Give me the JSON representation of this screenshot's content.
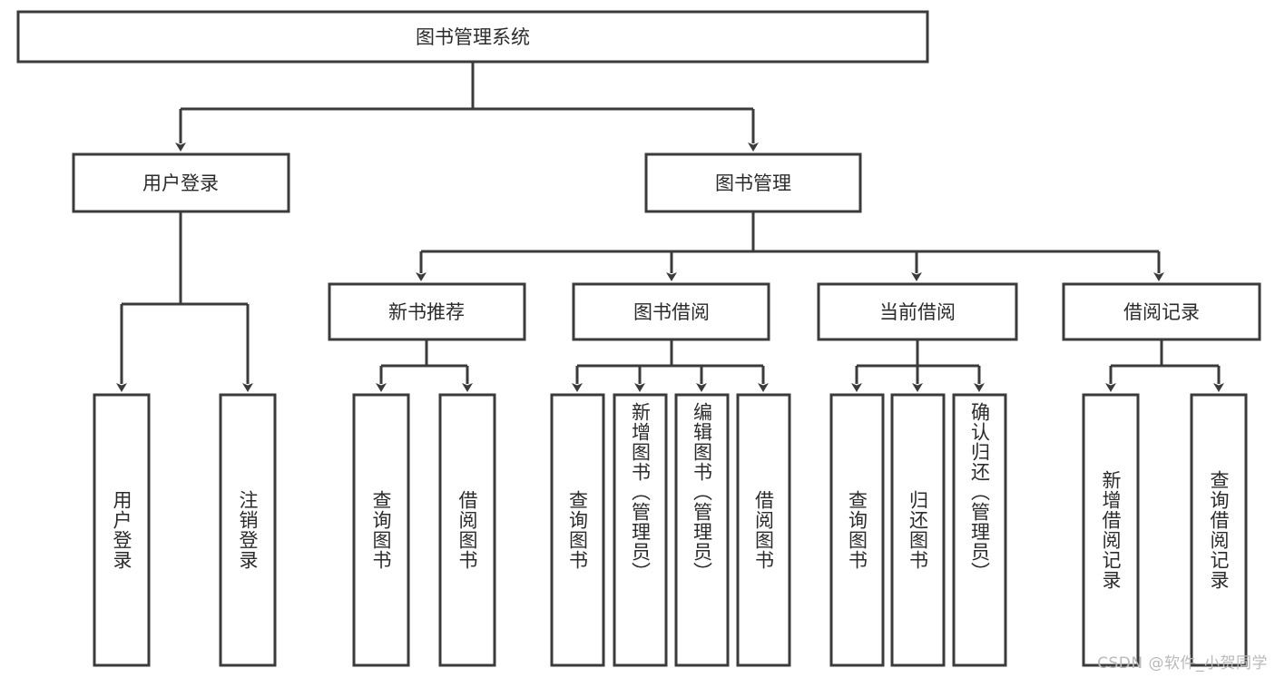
{
  "diagram": {
    "title_node": {
      "label": "图书管理系统"
    },
    "level1": [
      {
        "id": "user-login",
        "label": "用户登录"
      },
      {
        "id": "book-manage",
        "label": "图书管理"
      }
    ],
    "level2": [
      {
        "id": "new-book-recommend",
        "label": "新书推荐"
      },
      {
        "id": "book-borrow",
        "label": "图书借阅"
      },
      {
        "id": "current-borrow",
        "label": "当前借阅"
      },
      {
        "id": "borrow-record",
        "label": "借阅记录"
      }
    ],
    "leaves": {
      "user_login": [
        {
          "id": "leaf-user-login",
          "label": "用户登录"
        },
        {
          "id": "leaf-logout-login",
          "label": "注销登录"
        }
      ],
      "new_book_recommend": [
        {
          "id": "leaf-query-book-1",
          "label": "查询图书"
        },
        {
          "id": "leaf-borrow-book-1",
          "label": "借阅图书"
        }
      ],
      "book_borrow": [
        {
          "id": "leaf-query-book-2",
          "label": "查询图书"
        },
        {
          "id": "leaf-add-book",
          "label": "新增图书（管理员）"
        },
        {
          "id": "leaf-edit-book",
          "label": "编辑图书（管理员）"
        },
        {
          "id": "leaf-borrow-book-2",
          "label": "借阅图书"
        }
      ],
      "current_borrow": [
        {
          "id": "leaf-query-book-3",
          "label": "查询图书"
        },
        {
          "id": "leaf-return-book",
          "label": "归还图书"
        },
        {
          "id": "leaf-confirm-return",
          "label": "确认归还（管理员）"
        }
      ],
      "borrow_record": [
        {
          "id": "leaf-add-record",
          "label": "新增借阅记录"
        },
        {
          "id": "leaf-query-record",
          "label": "查询借阅记录"
        }
      ]
    },
    "colors": {
      "stroke": "#3b3b3b",
      "fill": "#ffffff",
      "text": "#2b2b2b",
      "watermark": "#b9b9b9"
    }
  },
  "watermark": {
    "text": "CSDN @软件_小贺同学"
  }
}
